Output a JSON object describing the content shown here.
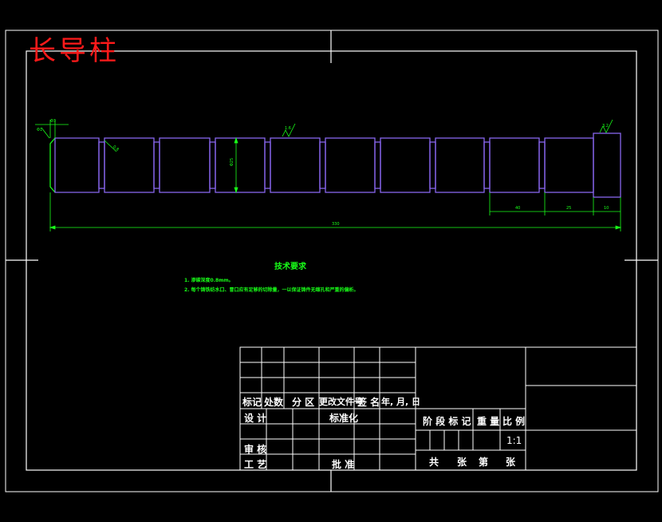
{
  "title": "长导柱",
  "tech_req": {
    "heading": "技术要求",
    "items": [
      "1. 渗碳深度0.8mm。",
      "2. 每个铸铁纺水口、冒口应有足够的切除量，一以保证铸件无缩孔和严重的偏析。"
    ]
  },
  "dimensions": {
    "total_length": "330",
    "dia_main": "Φ25",
    "dim_a": "40",
    "dim_b": "25",
    "dim_c": "10",
    "dim_top": "Φ3",
    "chamfer": "Φ1",
    "rough1": "0.8",
    "rough2": "1.6",
    "rough3": "3.2"
  },
  "title_block": {
    "revision_headers": [
      "标记",
      "处数",
      "分 区",
      "更改文件号",
      "签 名",
      "年, 月, 日"
    ],
    "design": "设 计",
    "standardize": "标准化",
    "review": "审 核",
    "process": "工 艺",
    "approve": "批 准",
    "stage_mark": "阶 段 标 记",
    "weight": "重 量",
    "scale_label": "比 例",
    "scale_value": "1:1",
    "sheets": [
      "共",
      "张",
      "第",
      "张"
    ]
  }
}
